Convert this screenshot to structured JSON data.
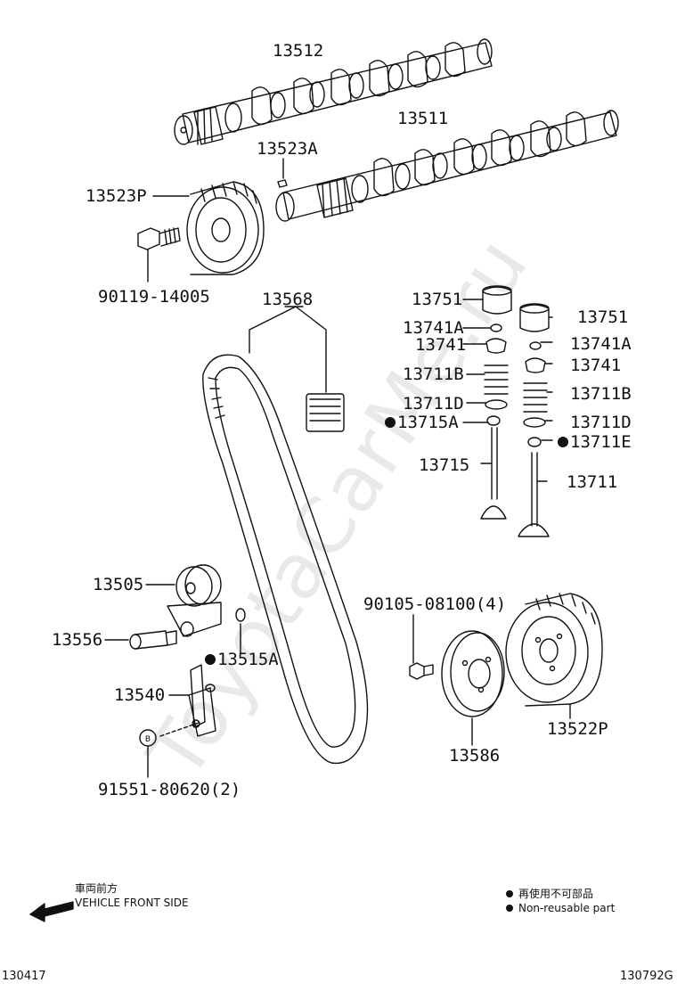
{
  "watermark": "ToyotaCarMe.ru",
  "parts": {
    "p13512": "13512",
    "p13511": "13511",
    "p13523A": "13523A",
    "p13523P": "13523P",
    "p90119": "90119-14005",
    "p13568": "13568",
    "p13751_left": "13751",
    "p13751_right": "13751",
    "p13741A_left": "13741A",
    "p13741A_right": "13741A",
    "p13741_left": "13741",
    "p13741_right": "13741",
    "p13711B_left": "13711B",
    "p13711B_right": "13711B",
    "p13711D_left": "13711D",
    "p13711D_right": "13711D",
    "p13715A": "13715A",
    "p13711E": "13711E",
    "p13715": "13715",
    "p13711": "13711",
    "p13505": "13505",
    "p13556": "13556",
    "p13515A": "13515A",
    "p13540": "13540",
    "p91551": "91551-80620(2)",
    "p90105": "90105-08100(4)",
    "p13586": "13586",
    "p13522P": "13522P"
  },
  "direction": {
    "jp": "車両前方",
    "en": "VEHICLE FRONT SIDE"
  },
  "legend": {
    "jp": "再使用不可部品",
    "en": "Non-reusable part"
  },
  "footer": {
    "left": "130417",
    "right": "130792G"
  }
}
